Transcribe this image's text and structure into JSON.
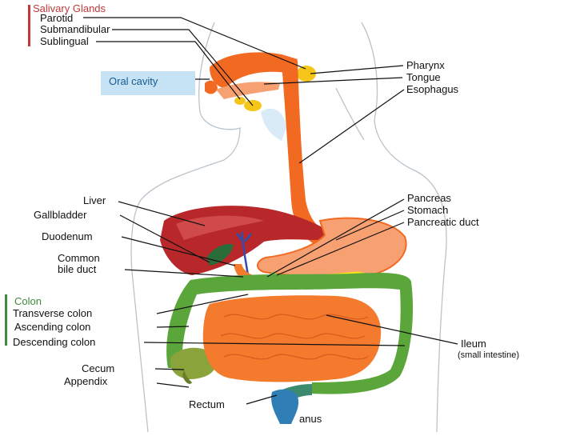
{
  "colors": {
    "salivary_header": "#c0393b",
    "colon_header": "#3f8a3f",
    "oral_cavity_text": "#1a5a8c",
    "oral_cavity_bg": "#c5e3f5",
    "esophagus": "#f26a21",
    "liver": "#b8282b",
    "small_intestine": "#f47a2e",
    "colon": "#5aa63a",
    "salivary": "#f5c518",
    "stomach": "#f7a071",
    "pancreas": "#f2e31a"
  },
  "labels": {
    "salivary_glands": "Salivary Glands",
    "parotid": "Parotid",
    "submandibular": "Submandibular",
    "sublingual": "Sublingual",
    "oral_cavity": "Oral cavity",
    "pharynx": "Pharynx",
    "tongue": "Tongue",
    "esophagus": "Esophagus",
    "liver": "Liver",
    "gallbladder": "Gallbladder",
    "duodenum": "Duodenum",
    "common_bile_duct_1": "Common",
    "common_bile_duct_2": "bile duct",
    "pancreas": "Pancreas",
    "stomach": "Stomach",
    "pancreatic_duct": "Pancreatic duct",
    "colon": "Colon",
    "transverse_colon": "Transverse colon",
    "ascending_colon": "Ascending colon",
    "descending_colon": "Descending colon",
    "ileum": "Ileum",
    "small_intestine": "(small intestine)",
    "cecum": "Cecum",
    "appendix": "Appendix",
    "rectum": "Rectum",
    "anus": "anus"
  }
}
